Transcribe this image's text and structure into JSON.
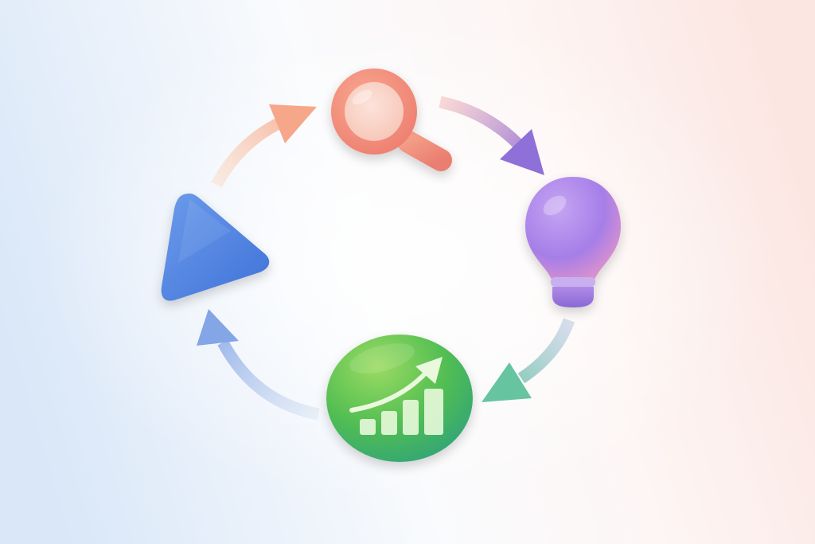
{
  "diagram": {
    "type": "cycle",
    "direction": "clockwise",
    "nodes": [
      {
        "id": "search",
        "icon": "magnifying-glass-icon",
        "color": "#F08A78"
      },
      {
        "id": "idea",
        "icon": "lightbulb-icon",
        "color": "#A884E6"
      },
      {
        "id": "growth",
        "icon": "growth-chart-icon",
        "color": "#4FBE55"
      },
      {
        "id": "action",
        "icon": "play-triangle-icon",
        "color": "#4C80E2"
      }
    ],
    "connectors": [
      {
        "from": "action",
        "to": "search",
        "color_start": "#FBD3BC",
        "color_end": "#F4A487"
      },
      {
        "from": "search",
        "to": "idea",
        "color_start": "#F8C7C4",
        "color_end": "#9170D8"
      },
      {
        "from": "idea",
        "to": "growth",
        "color_start": "#B8C8E2",
        "color_end": "#6FC7A8"
      },
      {
        "from": "growth",
        "to": "action",
        "color_start": "#D4E2F0",
        "color_end": "#86A6E6"
      }
    ]
  },
  "background": {
    "color_left": "#DCE9F8",
    "color_center": "#FFFFFF",
    "color_right": "#FCE9E6"
  }
}
